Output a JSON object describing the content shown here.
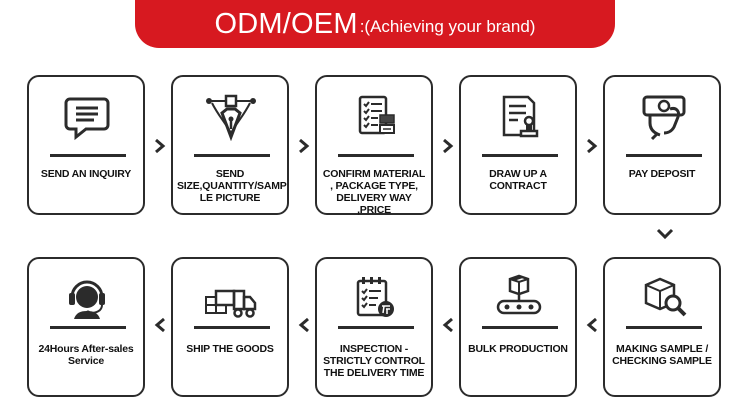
{
  "banner": {
    "title": "ODM/OEM",
    "subtitle": ":(Achieving your brand)"
  },
  "colors": {
    "accent": "#d71920",
    "stroke": "#2b2b2b",
    "icon_fill": "#444444"
  },
  "steps_top": [
    {
      "label": "SEND AN INQUIRY",
      "icon": "chat-bubble-icon"
    },
    {
      "label": "SEND SIZE,QUANTITY/SAMP LE PICTURE",
      "icon": "pen-tool-icon"
    },
    {
      "label": "CONFIRM MATERIAL , PACKAGE TYPE, DELIVERY WAY ,PRICE",
      "icon": "checklist-icon"
    },
    {
      "label": "DRAW UP A CONTRACT",
      "icon": "contract-stamp-icon"
    },
    {
      "label": "PAY DEPOSIT",
      "icon": "hand-money-icon"
    }
  ],
  "steps_bottom": [
    {
      "label": "24Hours After-sales Service",
      "icon": "headset-icon"
    },
    {
      "label": "SHIP THE GOODS",
      "icon": "delivery-truck-icon"
    },
    {
      "label": "INSPECTION -STRICTLY CONTROL THE DELIVERY TIME",
      "icon": "quality-checklist-icon"
    },
    {
      "label": "BULK PRODUCTION",
      "icon": "conveyor-belt-icon"
    },
    {
      "label": "MAKING SAMPLE / CHECKING SAMPLE",
      "icon": "box-magnifier-icon"
    }
  ]
}
